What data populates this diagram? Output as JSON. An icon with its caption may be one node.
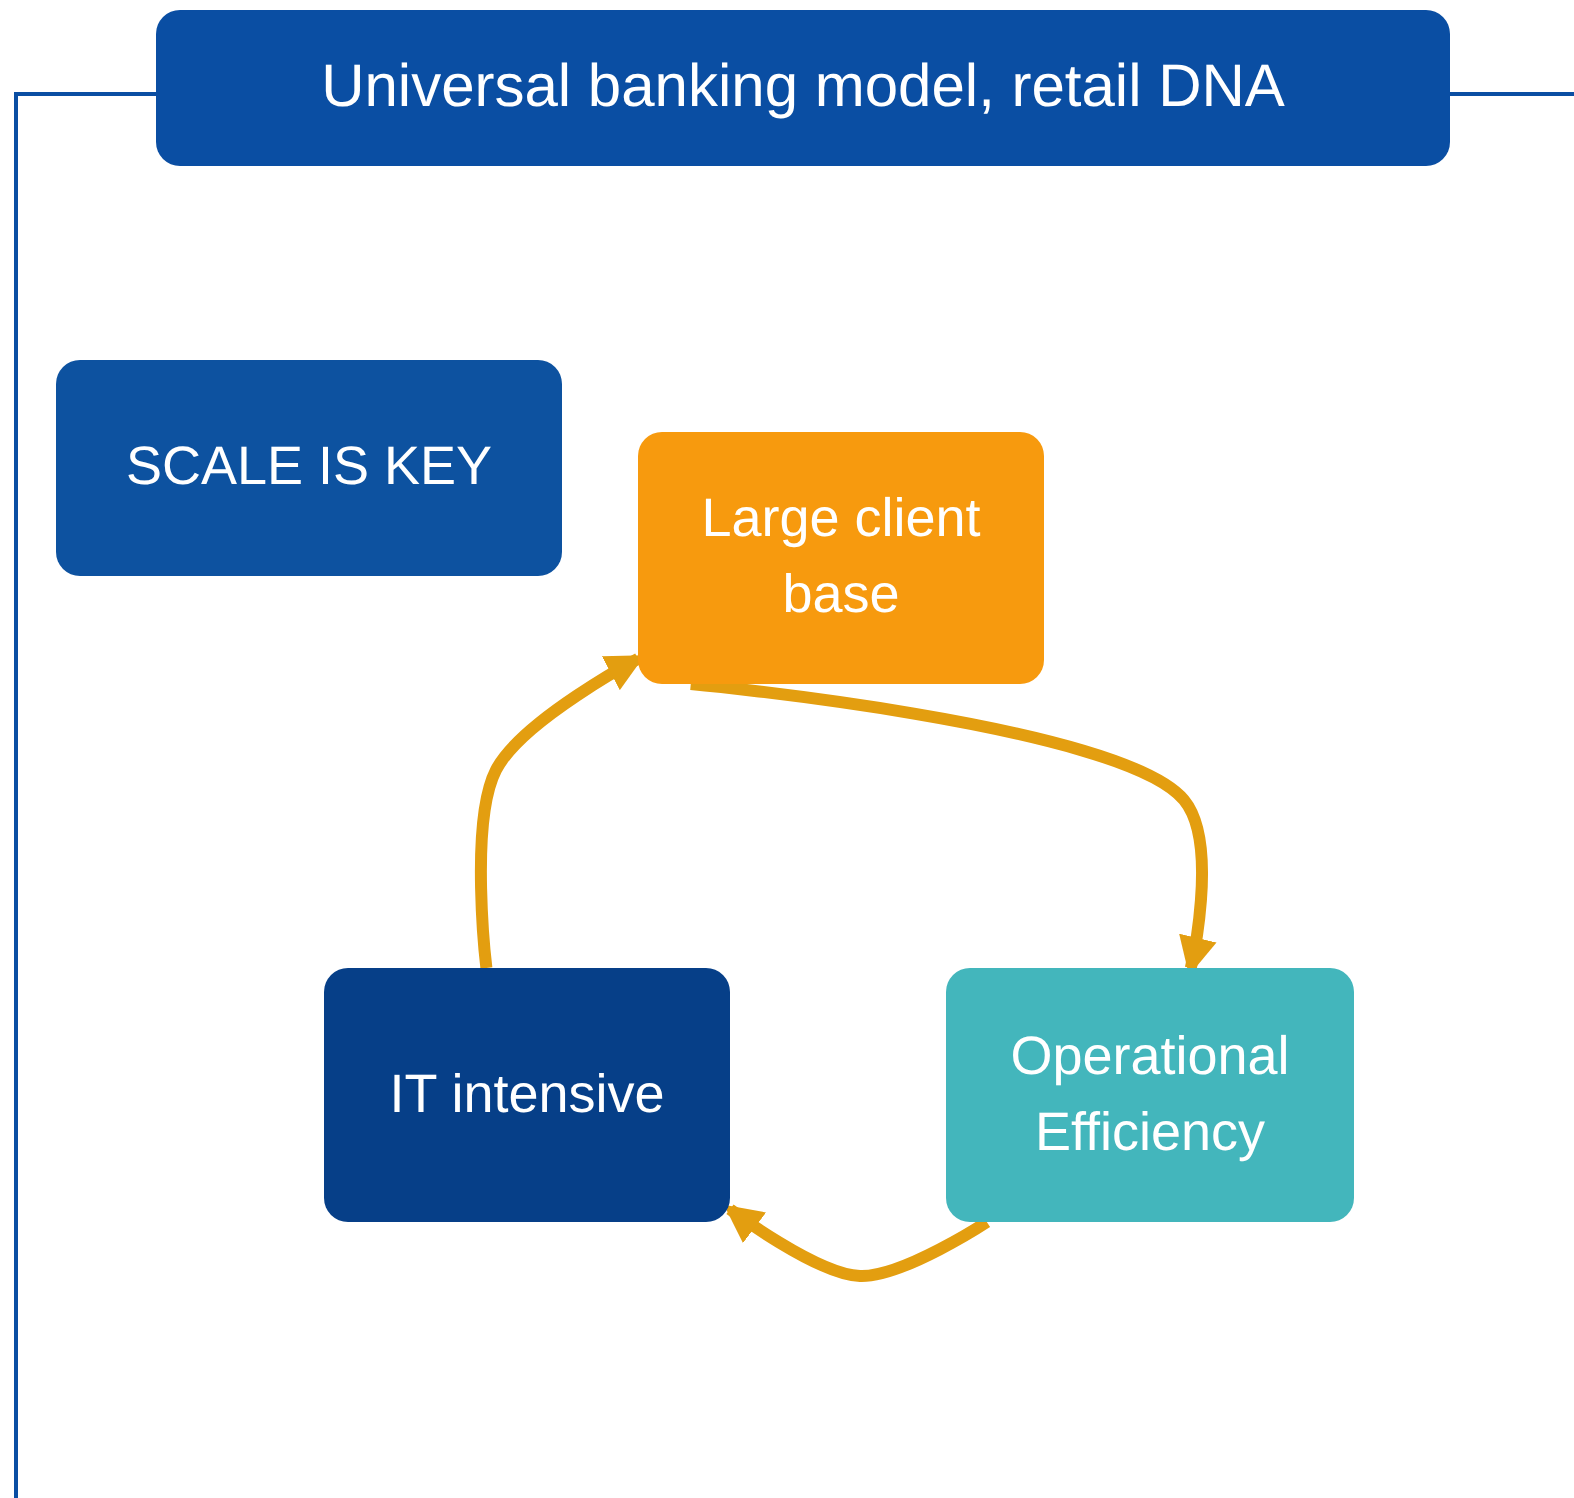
{
  "diagram": {
    "title": "Universal banking model, retail DNA",
    "nodes": [
      {
        "text": [
          "SCALE IS KEY"
        ]
      },
      {
        "text": [
          "Large client base"
        ]
      },
      {
        "text": [
          "Operational Efficiency"
        ]
      },
      {
        "text": [
          "IT intensive"
        ]
      }
    ],
    "edges": [
      {
        "from": 1,
        "to": 2,
        "arrow": "to"
      },
      {
        "from": 2,
        "to": 3,
        "arrow": "to"
      },
      {
        "from": 3,
        "to": 1,
        "arrow": "to"
      }
    ]
  }
}
